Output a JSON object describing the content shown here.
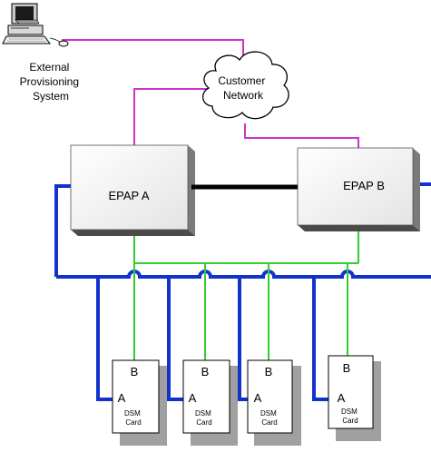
{
  "provisioning_system": {
    "icon": "computer-workstation-icon",
    "label_lines": [
      "External",
      "Provisioning",
      "System"
    ]
  },
  "customer_network": {
    "icon": "cloud-icon",
    "label_lines": [
      "Customer",
      "Network"
    ]
  },
  "epap_a": {
    "label": "EPAP A"
  },
  "epap_b": {
    "label": "EPAP B"
  },
  "dsm_cards": [
    {
      "port_b": "B",
      "port_a": "A",
      "name_lines": [
        "DSM",
        "Card"
      ]
    },
    {
      "port_b": "B",
      "port_a": "A",
      "name_lines": [
        "DSM",
        "Card"
      ]
    },
    {
      "port_b": "B",
      "port_a": "A",
      "name_lines": [
        "DSM",
        "Card"
      ]
    },
    {
      "port_b": "B",
      "port_a": "A",
      "name_lines": [
        "DSM",
        "Card"
      ]
    }
  ],
  "colors": {
    "customer_link": "#cc33cc",
    "lan_a": "#1133cc",
    "lan_b": "#33cc33",
    "sync_link": "#000000",
    "shadow": "#a0a0a0"
  }
}
